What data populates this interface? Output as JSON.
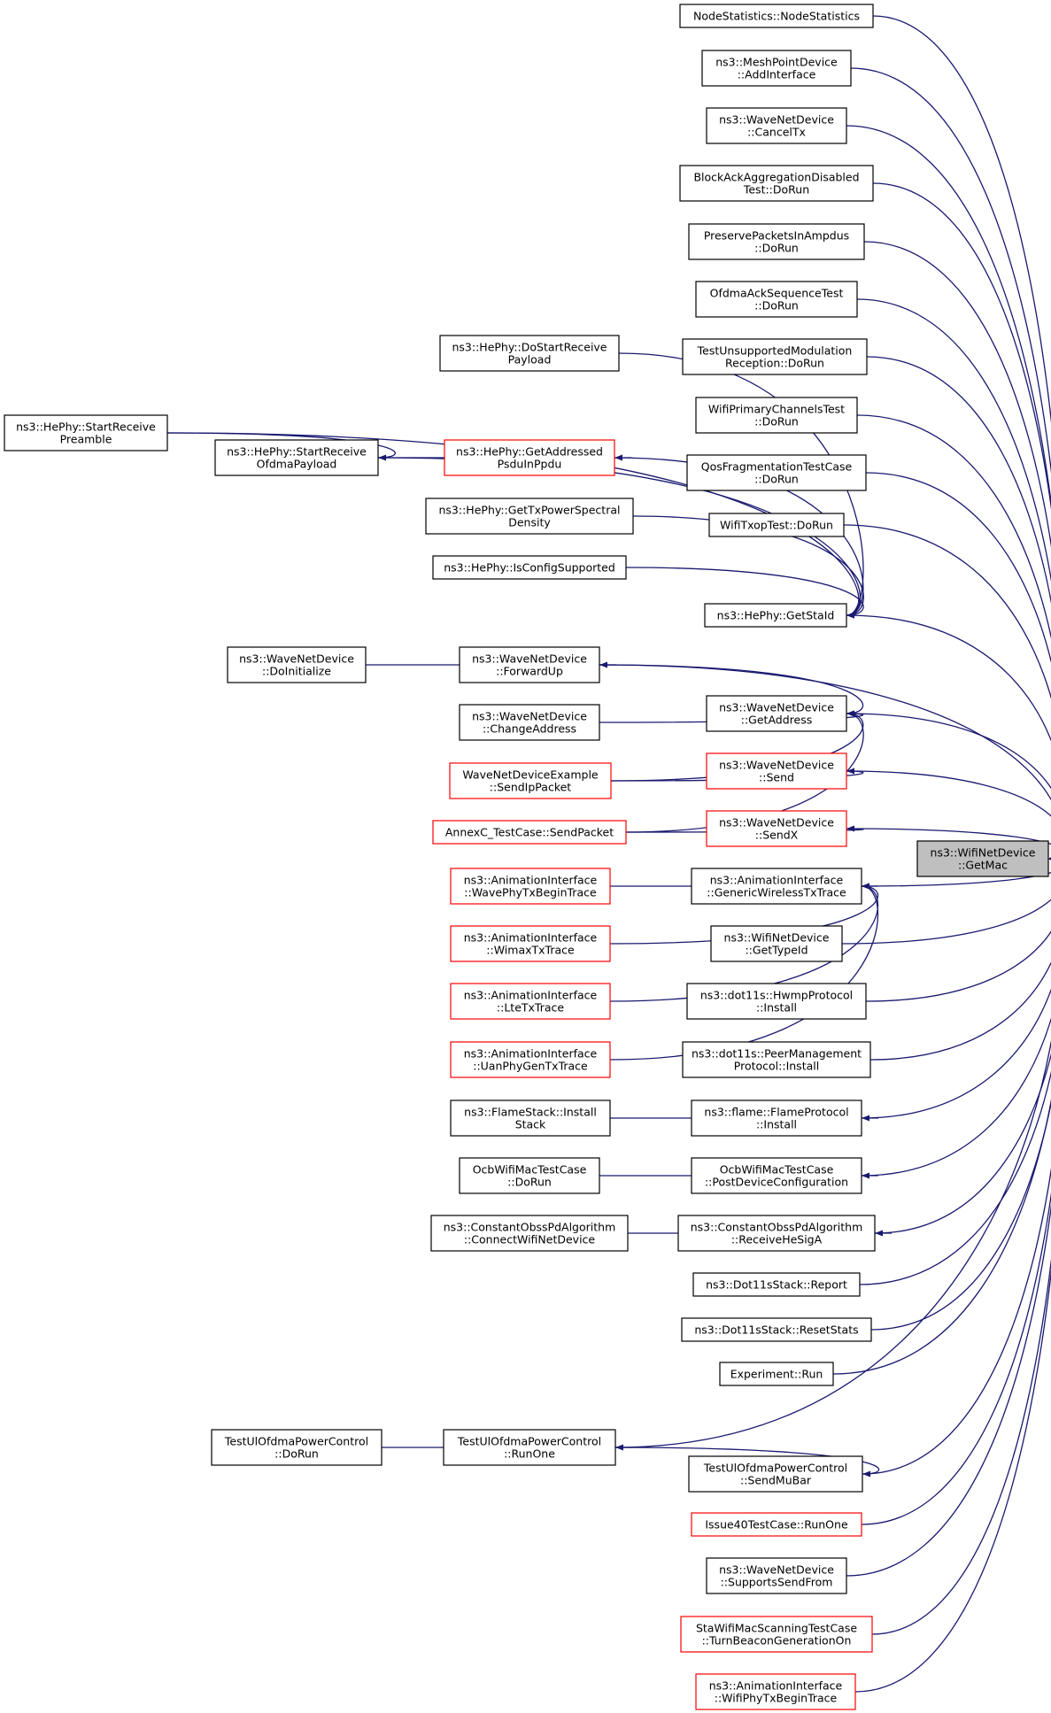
{
  "focus": {
    "label": "ns3::WifiNetDevice\n::GetMac",
    "color": "#bfbfbf"
  },
  "colors": {
    "edge": "#191970",
    "border": "#000000",
    "border_red": "#ff0000"
  },
  "nodes": {
    "getmac": "ns3::WifiNetDevice\n::GetMac",
    "nodestatistics": "NodeStatistics::NodeStatistics",
    "meshaddinterface": "ns3::MeshPointDevice\n::AddInterface",
    "wave_canceltx": "ns3::WaveNetDevice\n::CancelTx",
    "blockack_dorun": "BlockAckAggregationDisabled\nTest::DoRun",
    "preservepackets_dorun": "PreservePacketsInAmpdus\n::DoRun",
    "ofdmaack_dorun": "OfdmaAckSequenceTest\n::DoRun",
    "testunsupported_dorun": "TestUnsupportedModulation\nReception::DoRun",
    "wifiprimary_dorun": "WifiPrimaryChannelsTest\n::DoRun",
    "qosfrag_dorun": "QosFragmentationTestCase\n::DoRun",
    "wifitxop_dorun": "WifiTxopTest::DoRun",
    "hephy_dostartreceivepayload": "ns3::HePhy::DoStartReceive\nPayload",
    "hephy_startreceivepreamble": "ns3::HePhy::StartReceive\nPreamble",
    "hephy_startreceiveofdma": "ns3::HePhy::StartReceive\nOfdmaPayload",
    "hephy_getaddressedpsdu": "ns3::HePhy::GetAddressed\nPsduInPpdu",
    "hephy_gettxpower": "ns3::HePhy::GetTxPowerSpectral\nDensity",
    "hephy_isconfigsupported": "ns3::HePhy::IsConfigSupported",
    "hephy_getstaid": "ns3::HePhy::GetStaId",
    "wave_doinitialize": "ns3::WaveNetDevice\n::DoInitialize",
    "wave_forwardup": "ns3::WaveNetDevice\n::ForwardUp",
    "wave_getaddress": "ns3::WaveNetDevice\n::GetAddress",
    "wave_changeaddress": "ns3::WaveNetDevice\n::ChangeAddress",
    "waveexample_sendip": "WaveNetDeviceExample\n::SendIpPacket",
    "wave_send": "ns3::WaveNetDevice\n::Send",
    "annexc_sendpacket": "AnnexC_TestCase::SendPacket",
    "wave_sendx": "ns3::WaveNetDevice\n::SendX",
    "anim_wavephytx": "ns3::AnimationInterface\n::WavePhyTxBeginTrace",
    "anim_genericwireless": "ns3::AnimationInterface\n::GenericWirelessTxTrace",
    "anim_wimaxtx": "ns3::AnimationInterface\n::WimaxTxTrace",
    "wifinet_gettypeid": "ns3::WifiNetDevice\n::GetTypeId",
    "anim_ltetx": "ns3::AnimationInterface\n::LteTxTrace",
    "hwmp_install": "ns3::dot11s::HwmpProtocol\n::Install",
    "anim_uanphy": "ns3::AnimationInterface\n::UanPhyGenTxTrace",
    "peermgmt_install": "ns3::dot11s::PeerManagement\nProtocol::Install",
    "flamestack_install": "ns3::FlameStack::Install\nStack",
    "flameprotocol_install": "ns3::flame::FlameProtocol\n::Install",
    "ocb_dorun": "OcbWifiMacTestCase\n::DoRun",
    "ocb_postdevice": "OcbWifiMacTestCase\n::PostDeviceConfiguration",
    "obss_connect": "ns3::ConstantObssPdAlgorithm\n::ConnectWifiNetDevice",
    "obss_receive": "ns3::ConstantObssPdAlgorithm\n::ReceiveHeSigA",
    "dot11s_report": "ns3::Dot11sStack::Report",
    "dot11s_resetstats": "ns3::Dot11sStack::ResetStats",
    "experiment_run": "Experiment::Run",
    "ulofdma_dorun": "TestUlOfdmaPowerControl\n::DoRun",
    "ulofdma_runone": "TestUlOfdmaPowerControl\n::RunOne",
    "ulofdma_sendmubar": "TestUlOfdmaPowerControl\n::SendMuBar",
    "issue40_runone": "Issue40TestCase::RunOne",
    "wave_supportssendfrom": "ns3::WaveNetDevice\n::SupportsSendFrom",
    "stawifimac_turnbeacon": "StaWifiMacScanningTestCase\n::TurnBeaconGenerationOn",
    "anim_wifiphytx": "ns3::AnimationInterface\n::WifiPhyTxBeginTrace"
  }
}
